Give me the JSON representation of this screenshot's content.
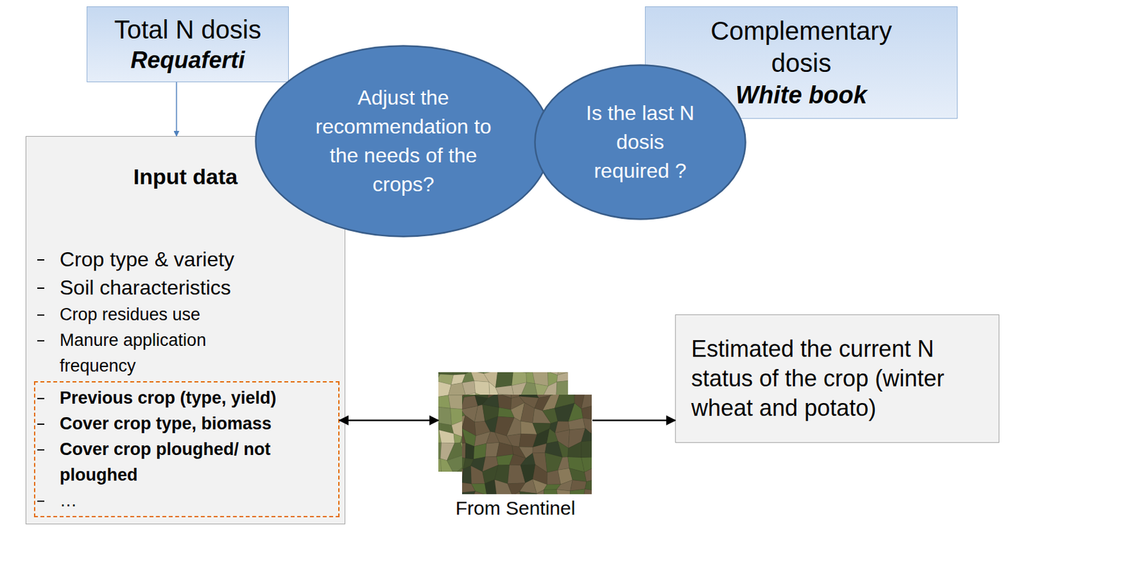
{
  "diagram": {
    "nodes": [
      {
        "text": [
          "Total N dosis",
          "Requaferti"
        ]
      },
      {
        "text": [
          "Adjust the recommendation to the needs of the crops?"
        ]
      },
      {
        "text": [
          "Is the last N dosis required ?"
        ]
      },
      {
        "text": [
          "Complementary dosis",
          "White book"
        ]
      },
      {
        "text": [
          "Input data",
          "Crop type & variety",
          "Soil characteristics",
          "Crop residues use",
          "Manure application frequency"
        ]
      },
      {
        "text": [
          "Previous crop (type, yield)",
          "Cover crop type, biomass",
          "Cover crop ploughed/ not ploughed",
          "…"
        ],
        "in": 4
      },
      {
        "text": [
          "From Sentinel"
        ]
      },
      {
        "text": [
          "Estimated the current N status of the crop (winter wheat and potato)"
        ]
      }
    ],
    "edges": [
      {
        "from": 0,
        "to": 4,
        "arrow": "to"
      },
      {
        "from": 5,
        "to": 6,
        "arrow": "both"
      },
      {
        "from": 6,
        "to": 7,
        "arrow": "to"
      }
    ]
  }
}
